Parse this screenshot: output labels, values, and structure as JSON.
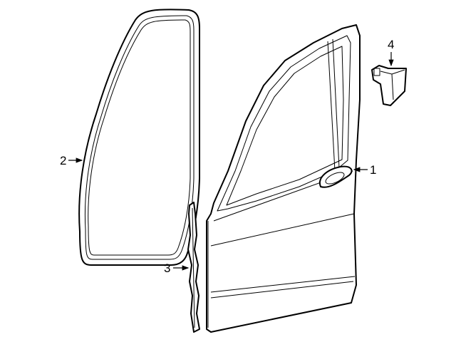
{
  "diagram": {
    "callouts": [
      {
        "label": "1",
        "part": "front-door-shell"
      },
      {
        "label": "2",
        "part": "door-weatherstrip-seal"
      },
      {
        "label": "3",
        "part": "door-seal-strip"
      },
      {
        "label": "4",
        "part": "door-bracket"
      }
    ],
    "colors": {
      "line": "#000000",
      "background": "#ffffff"
    }
  }
}
